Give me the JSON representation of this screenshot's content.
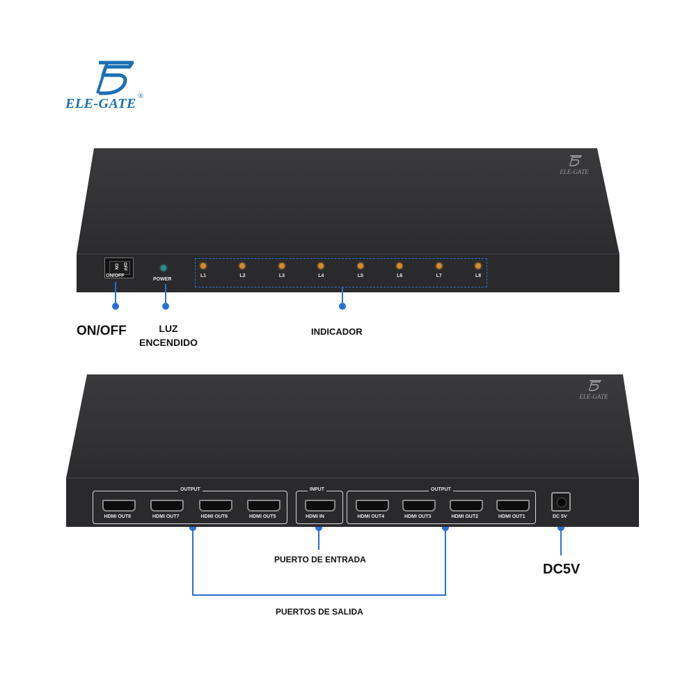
{
  "brand": {
    "logo_glyph": "E",
    "name": "ELE-GATE",
    "registered": "®",
    "color": "#1a6fb5"
  },
  "front_panel": {
    "device_logo": "ELE-GATE",
    "switch_on": "ON",
    "switch_off": "OFF",
    "switch_label": "ON/OFF",
    "power_label": "POWER",
    "leds": [
      "L1",
      "L2",
      "L3",
      "L4",
      "L5",
      "L6",
      "L7",
      "L8"
    ],
    "led_color": "#d48a2a",
    "power_led_color": "#2a8f8f"
  },
  "back_panel": {
    "device_logo": "ELE-GATE",
    "output_group_left_title": "OUTPUT",
    "output_group_right_title": "OUTPUT",
    "input_group_title": "INPUT",
    "ports_left": [
      "HDMI OUT8",
      "HDMI OUT7",
      "HDMI OUT6",
      "HDMI OUT5"
    ],
    "port_in": "HDMI IN",
    "ports_right": [
      "HDMI OUT4",
      "HDMI OUT3",
      "HDMI OUT2",
      "HDMI OUT1"
    ],
    "dc_label": "DC 5V"
  },
  "callouts": {
    "onoff": "ON/OFF",
    "luz_line1": "LUZ",
    "luz_line2": "ENCENDIDO",
    "indicador": "INDICADOR",
    "puerto_entrada": "PUERTO DE ENTRADA",
    "dc5v": "DC5V",
    "puertos_salida": "PUERTOS DE SALIDA",
    "line_color": "#2a6fd6"
  }
}
